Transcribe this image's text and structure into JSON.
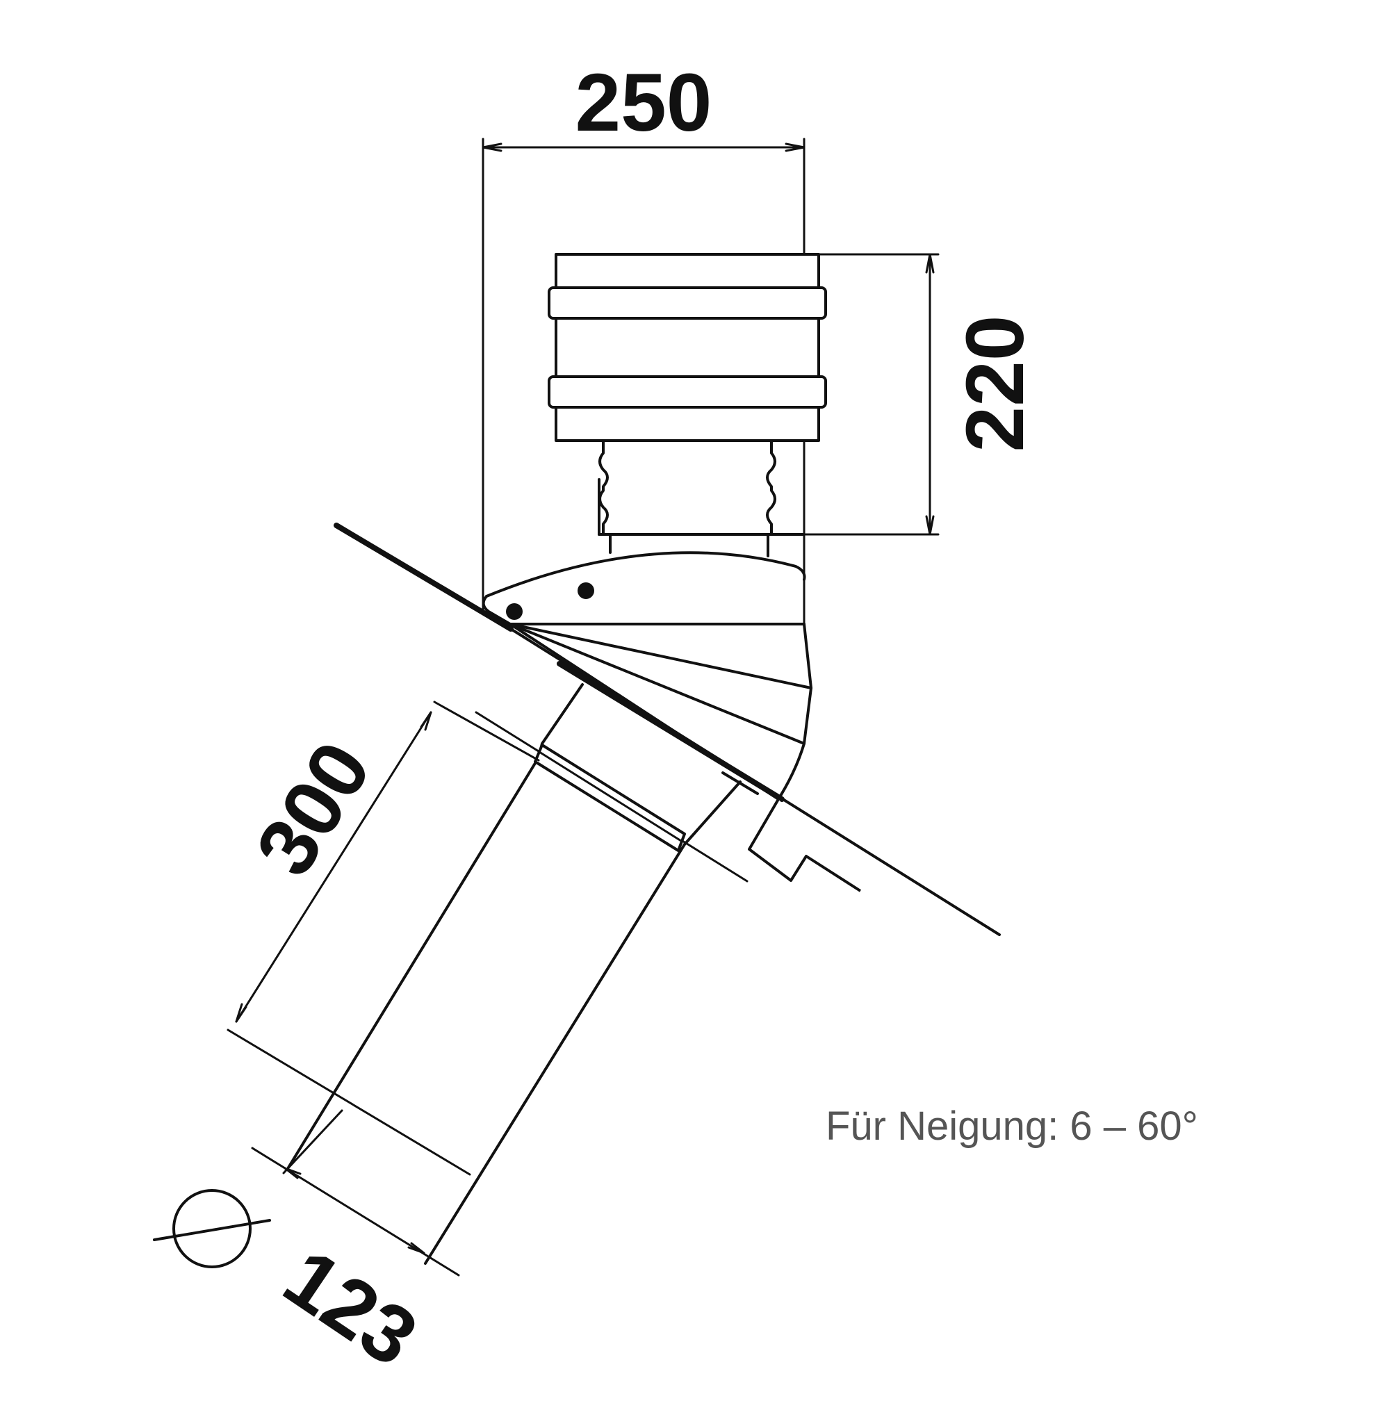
{
  "dimensions": {
    "width": "250",
    "height": "220",
    "length": "300",
    "diameter": "123",
    "diameter_symbol": "⌀"
  },
  "note": "Für Neigung: 6 – 60°",
  "colors": {
    "line": "#111111",
    "note_text": "#555555",
    "background": "#ffffff"
  }
}
